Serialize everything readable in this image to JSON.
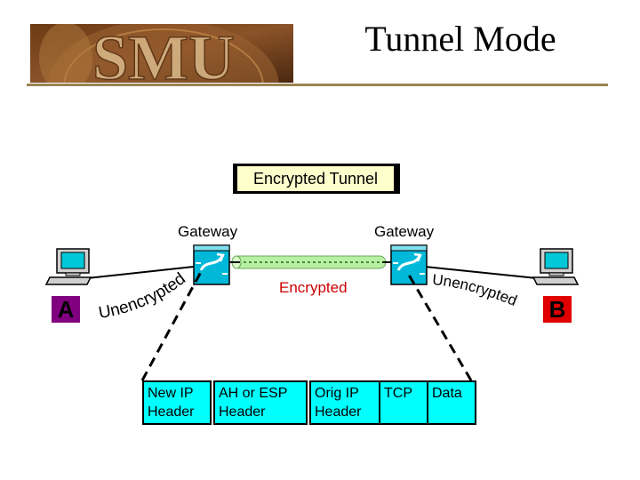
{
  "slide": {
    "title": "Tunnel Mode",
    "logo_text": "SMU"
  },
  "tunnel": {
    "label": "Encrypted Tunnel",
    "encrypted_label": "Encrypted"
  },
  "gateways": {
    "left_label": "Gateway",
    "right_label": "Gateway"
  },
  "hosts": {
    "a_label": "A",
    "b_label": "B"
  },
  "links": {
    "left_label": "Unencrypted",
    "right_label": "Unencrypted"
  },
  "packet": {
    "fields": [
      "New IP Header",
      "AH or ESP Header",
      "Orig IP Header",
      "TCP",
      "Data"
    ]
  },
  "colors": {
    "host_a": "#800080",
    "host_b": "#e00000",
    "tunnel_label_bg": "#ffffcc",
    "encrypted_text": "#cc0000",
    "packet_fill": "#00ffff",
    "tunnel_pipe": "#b6f0a0",
    "header_rule": "#9a8453"
  }
}
